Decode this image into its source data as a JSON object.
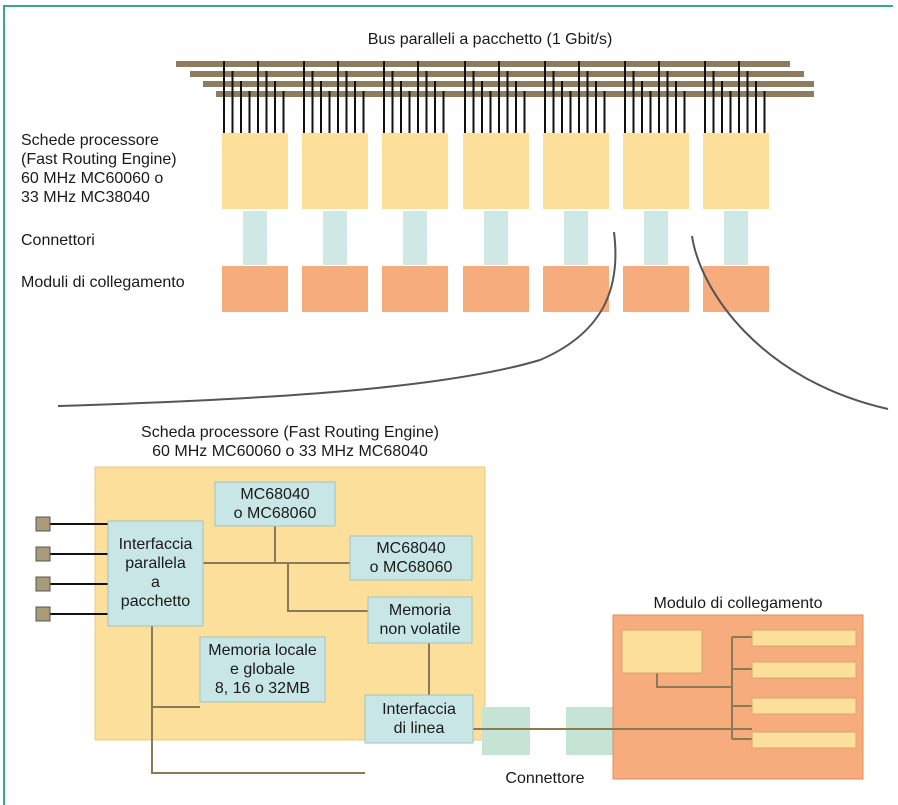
{
  "title": "Bus paralleli a pacchetto (1 Gbit/s)",
  "left_labels": {
    "processor_boards": [
      "Schede processore",
      "(Fast Routing Engine)",
      "60 MHz MC60060 o",
      "33 MHz MC38040"
    ],
    "connectors": "Connettori",
    "link_modules": "Moduli di collegamento"
  },
  "detail_title": [
    "Scheda processore (Fast Routing Engine)",
    "60 MHz MC60060 o 33 MHz MC68040"
  ],
  "blocks": {
    "cpu1": "MC68040\no MC68060",
    "cpu2": "MC68040\no MC68060",
    "parallel_if": "Interfaccia\nparallela\na\npacchetto",
    "nvram": "Memoria\nnon volatile",
    "local_mem": "Memoria locale\ne globale\n8, 16 o 32MB",
    "line_if": "Interfaccia\ndi linea"
  },
  "module_title": "Modulo di collegamento",
  "connector_label": "Connettore",
  "colors": {
    "frame": "#3aa882",
    "bus": "#8b7d5e",
    "board": "#fbdf9a",
    "connector": "#cfe8e6",
    "module": "#f6ac7d",
    "block": "#c8e6e6",
    "line": "#8b7a55"
  }
}
